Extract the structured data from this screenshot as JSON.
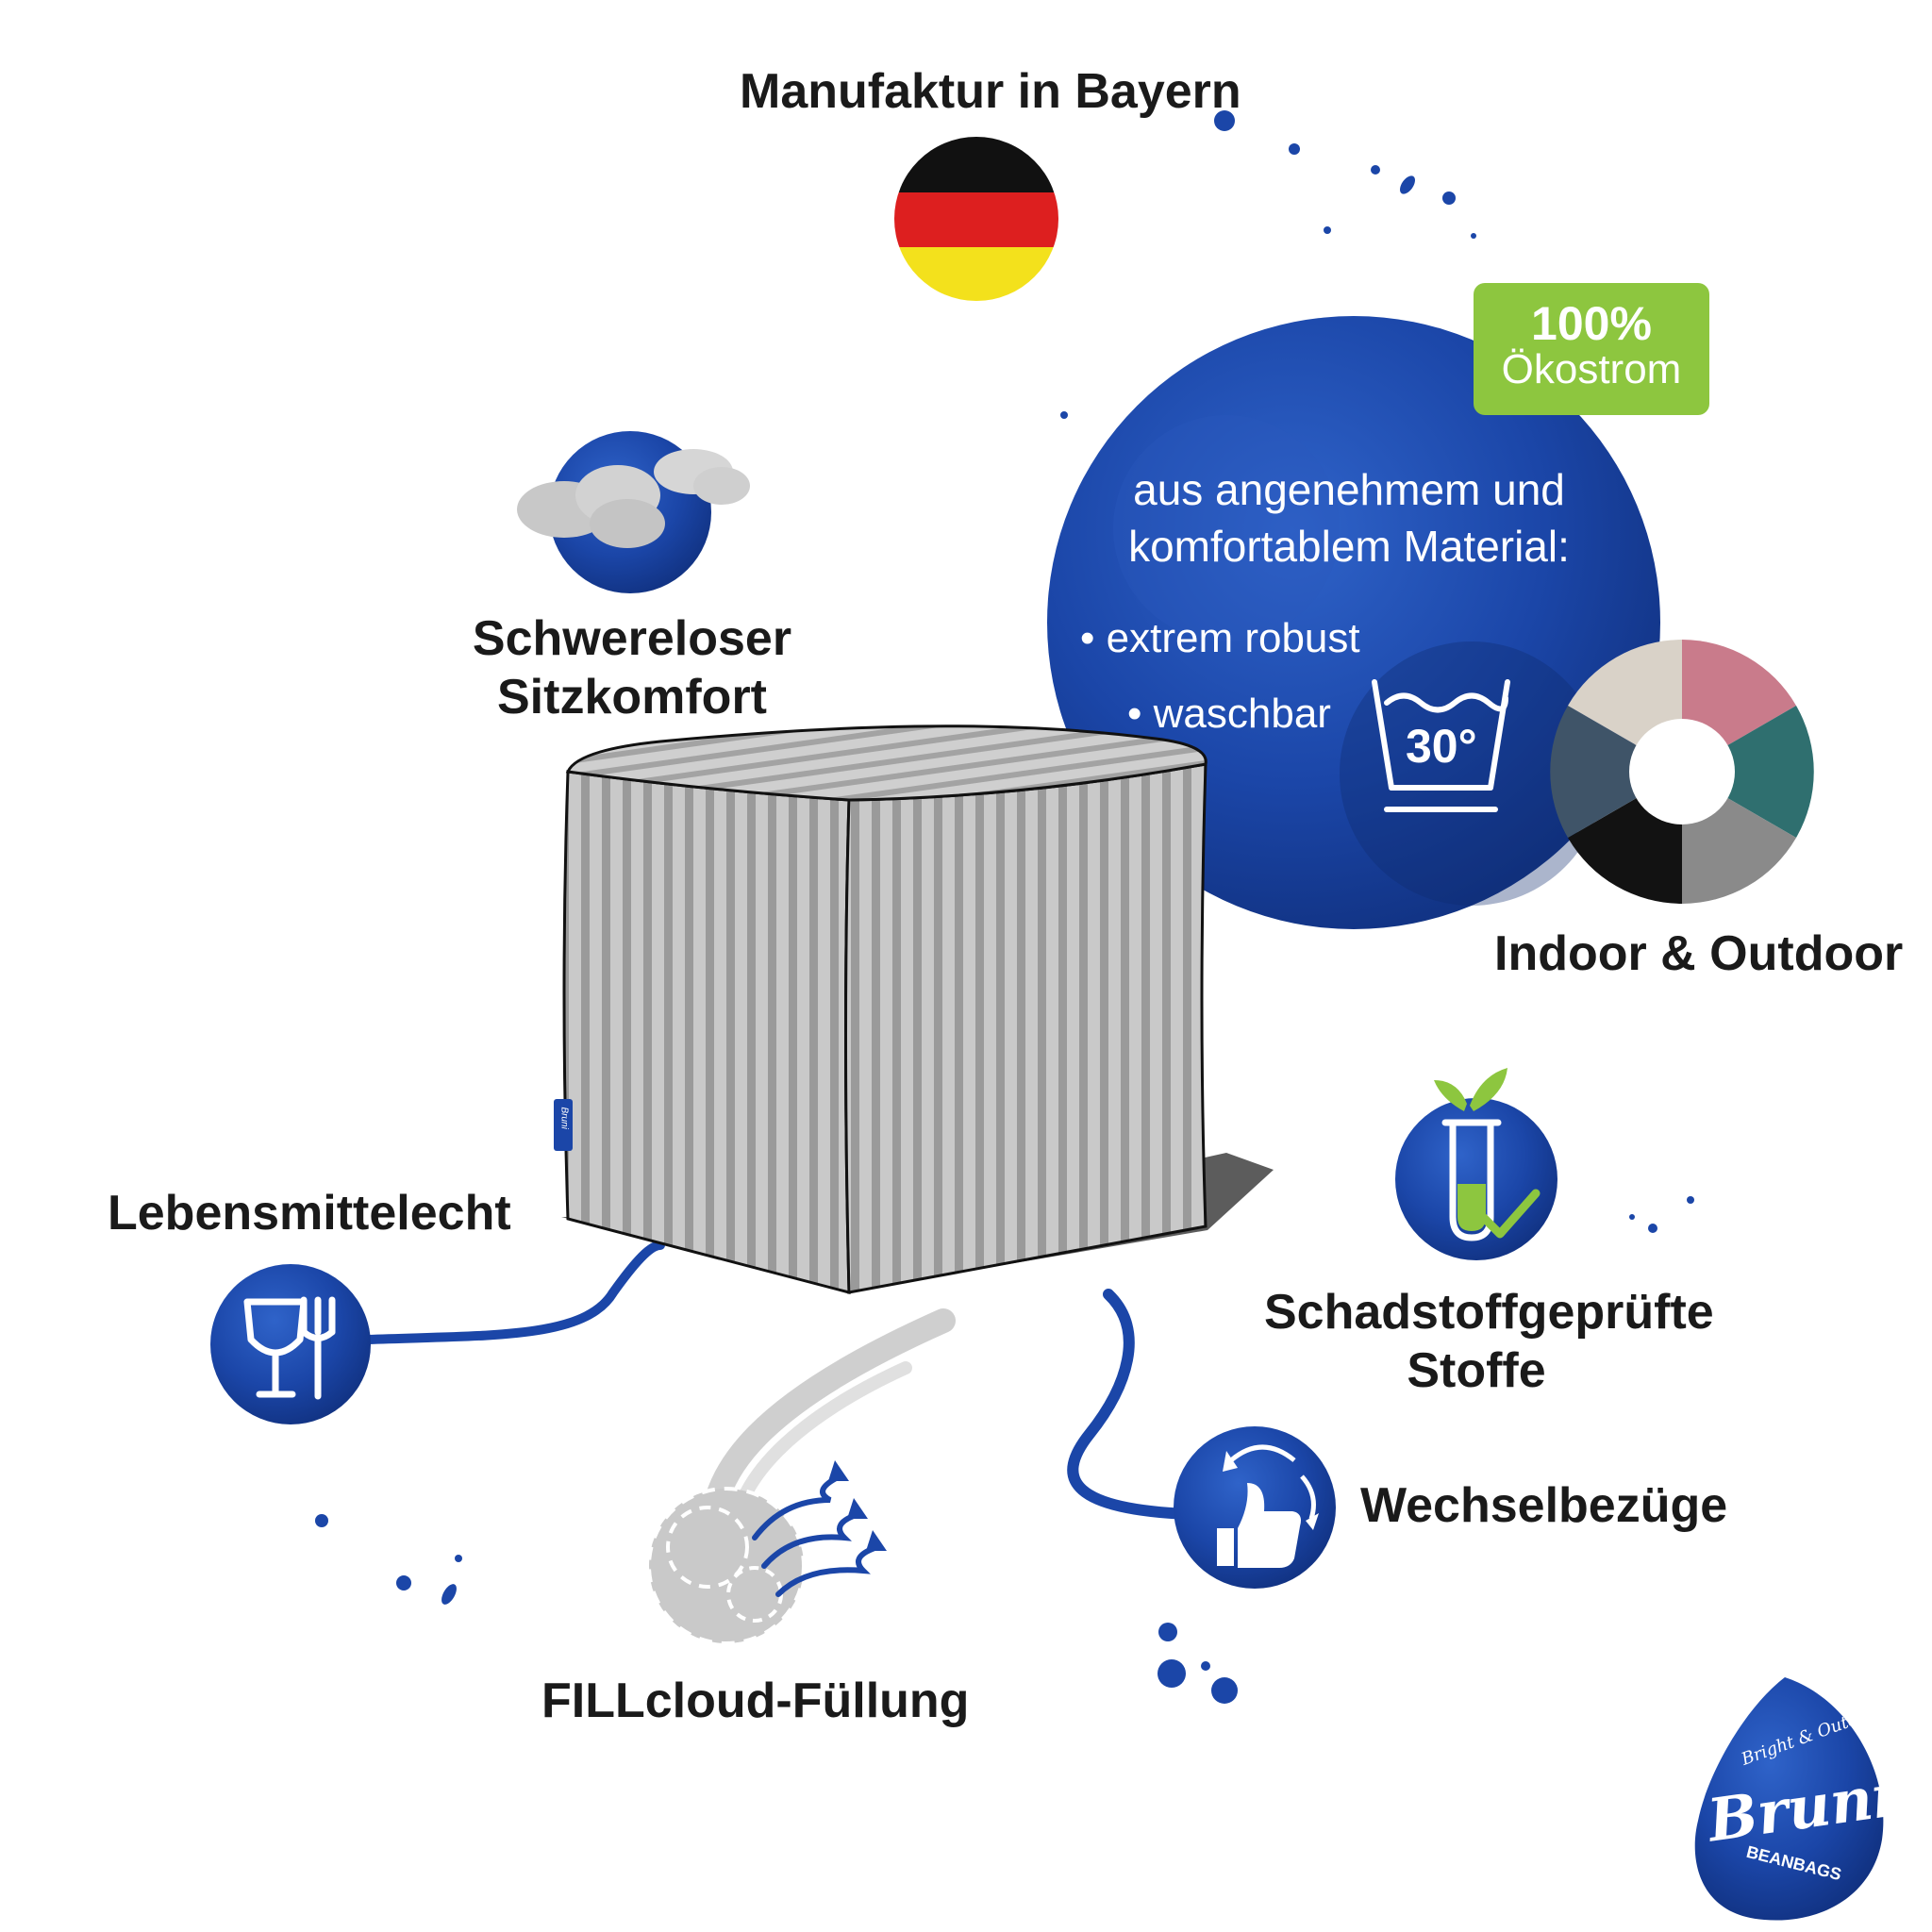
{
  "colors": {
    "blue_dark": "#0f2e7a",
    "blue_mid": "#1b46a8",
    "blue_light": "#2f63c9",
    "eco_green": "#8dc63f",
    "flag_black": "#111111",
    "flag_red": "#dd1f1f",
    "flag_gold": "#f3e11c",
    "fabric_gray": "#9a9a9a",
    "fabric_light": "#c9c9c9",
    "swatch_pink": "#c97b8b",
    "swatch_teal": "#2f6f6f",
    "swatch_gray": "#8a8a8a",
    "swatch_black": "#121212",
    "swatch_slate": "#3f5468",
    "swatch_beige": "#d9d2c8"
  },
  "features": {
    "manufaktur": {
      "label": "Manufaktur in Bayern",
      "icon": "germany-flag-icon"
    },
    "sitzkomfort": {
      "line1": "Schwereloser",
      "line2": "Sitzkomfort",
      "icon": "clouds-icon"
    },
    "lebensmittel": {
      "label": "Lebensmittelecht",
      "icon": "glass-fork-icon"
    },
    "filling": {
      "label": "FILLcloud-Füllung",
      "icon": "fillcloud-icon"
    },
    "schadstoff": {
      "line1": "Schadstoffgeprüfte",
      "line2": "Stoffe",
      "icon": "test-tube-leaf-icon"
    },
    "wechsel": {
      "label": "Wechselbezüge",
      "icon": "thumbs-up-swap-icon"
    },
    "indoor": {
      "label": "Indoor & Outdoor",
      "icon": "color-swatch-wheel-icon"
    }
  },
  "material": {
    "line1": "aus angenehmem und",
    "line2": "komfortablem Material:",
    "bullets": [
      "extrem robust",
      "waschbar"
    ],
    "wash_temp": "30°"
  },
  "eco_badge": {
    "percent": "100%",
    "text": "Ökostrom"
  },
  "product_tag": "Bruni",
  "logo": {
    "brand": "Bruni",
    "tagline": "Bright & Outdoor",
    "sub": "BEANBAGS"
  }
}
